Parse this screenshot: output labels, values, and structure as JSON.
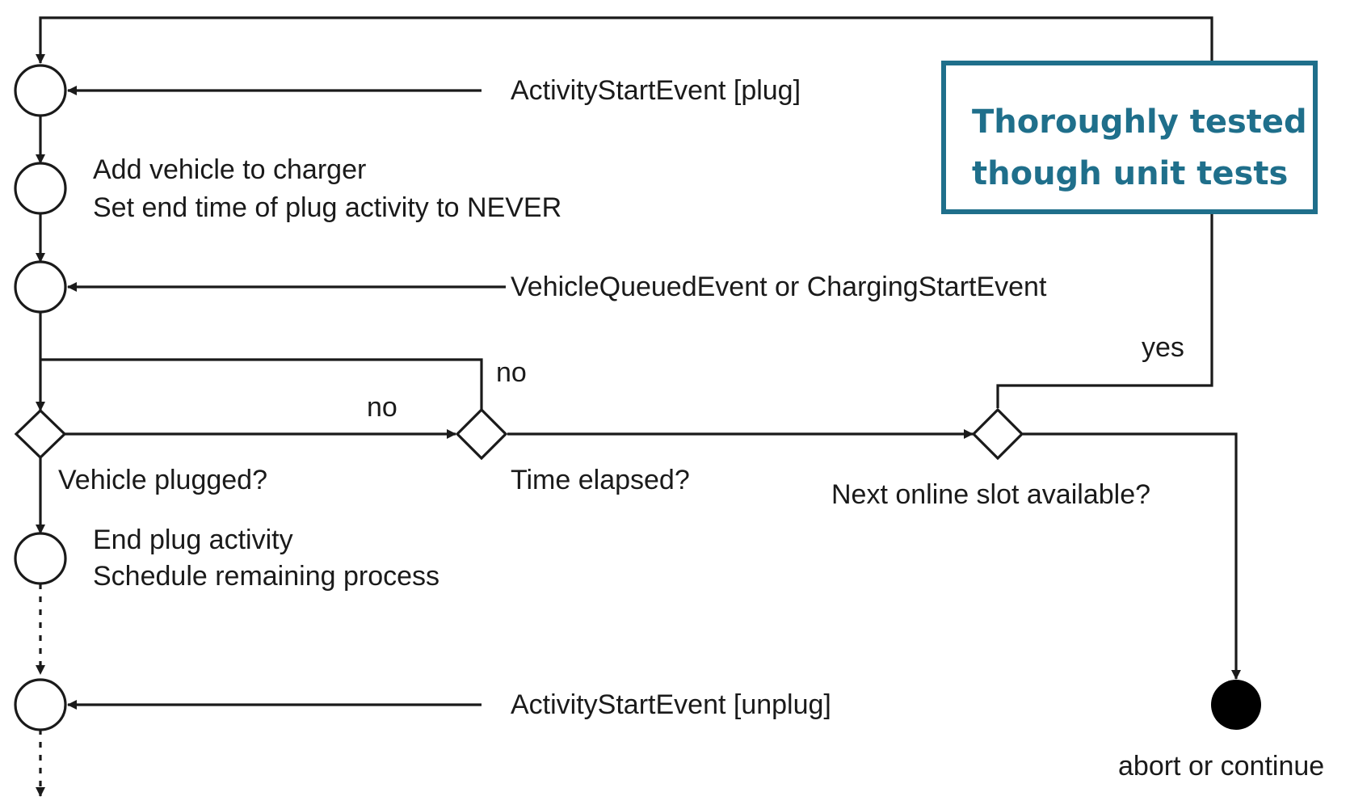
{
  "diagram": {
    "labels": {
      "activity_start_plug": "ActivityStartEvent [plug]",
      "add_vehicle": "Add vehicle to charger",
      "set_end_time": "Set end time of plug activity to NEVER",
      "vehicle_queued": "VehicleQueuedEvent or ChargingStartEvent",
      "yes": "yes",
      "no_upper": "no",
      "no_lower": "no",
      "vehicle_plugged": "Vehicle plugged?",
      "time_elapsed": "Time elapsed?",
      "next_slot": "Next online slot available?",
      "end_plug": "End plug activity",
      "schedule_remaining": "Schedule remaining process",
      "activity_start_unplug": "ActivityStartEvent [unplug]",
      "abort_continue": "abort or continue"
    },
    "note": {
      "line1": "Thoroughly tested",
      "line2": "though unit tests"
    },
    "colors": {
      "note": "#1f6f8b",
      "line": "#1a1a1a"
    }
  }
}
